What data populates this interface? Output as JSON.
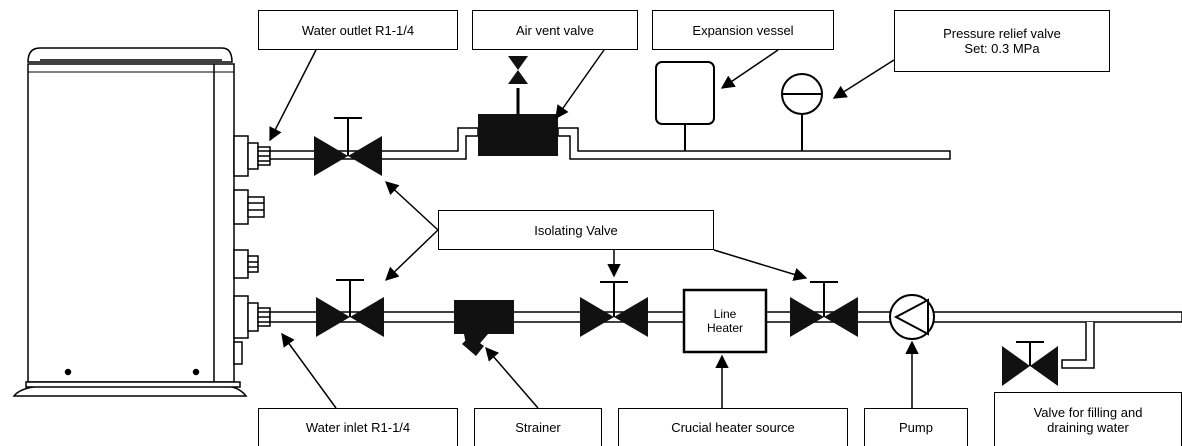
{
  "labels": {
    "water_outlet": "Water outlet R1-1/4",
    "air_vent_valve": "Air vent valve",
    "expansion_vessel": "Expansion vessel",
    "pressure_relief_valve": "Pressure relief valve\nSet: 0.3 MPa",
    "isolating_valve": "Isolating Valve",
    "line_heater": "Line\nHeater",
    "water_inlet": "Water inlet R1-1/4",
    "strainer": "Strainer",
    "crucial_heater_source": "Crucial heater source",
    "pump": "Pump",
    "fill_drain_valve": "Valve for filling and\ndraining water"
  }
}
